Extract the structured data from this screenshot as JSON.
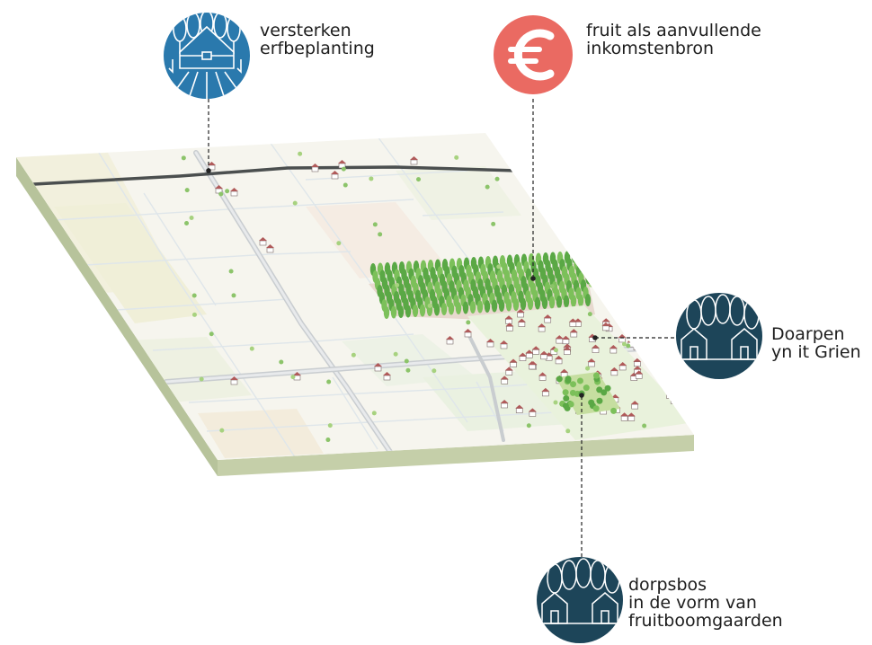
{
  "colors": {
    "blue": "#2a79ad",
    "coral": "#ea6a62",
    "navy": "#1d4559",
    "line": "#222222"
  },
  "callouts": [
    {
      "id": "erf",
      "icon": "farmhouse-trees-icon",
      "color": "#2a79ad",
      "lines": [
        "versterken",
        "erfbeplanting"
      ]
    },
    {
      "id": "fruit",
      "icon": "euro-icon",
      "color": "#ea6a62",
      "lines": [
        "fruit als aanvullende",
        "inkomstenbron"
      ]
    },
    {
      "id": "doarpen",
      "icon": "village-trees-icon",
      "color": "#1d4559",
      "lines": [
        "Doarpen",
        "yn it Grien"
      ]
    },
    {
      "id": "dorpsbos",
      "icon": "village-trees-icon",
      "color": "#1d4559",
      "lines": [
        "dorpsbos",
        "in de vorm van",
        "fruitboomgaarden"
      ]
    }
  ]
}
